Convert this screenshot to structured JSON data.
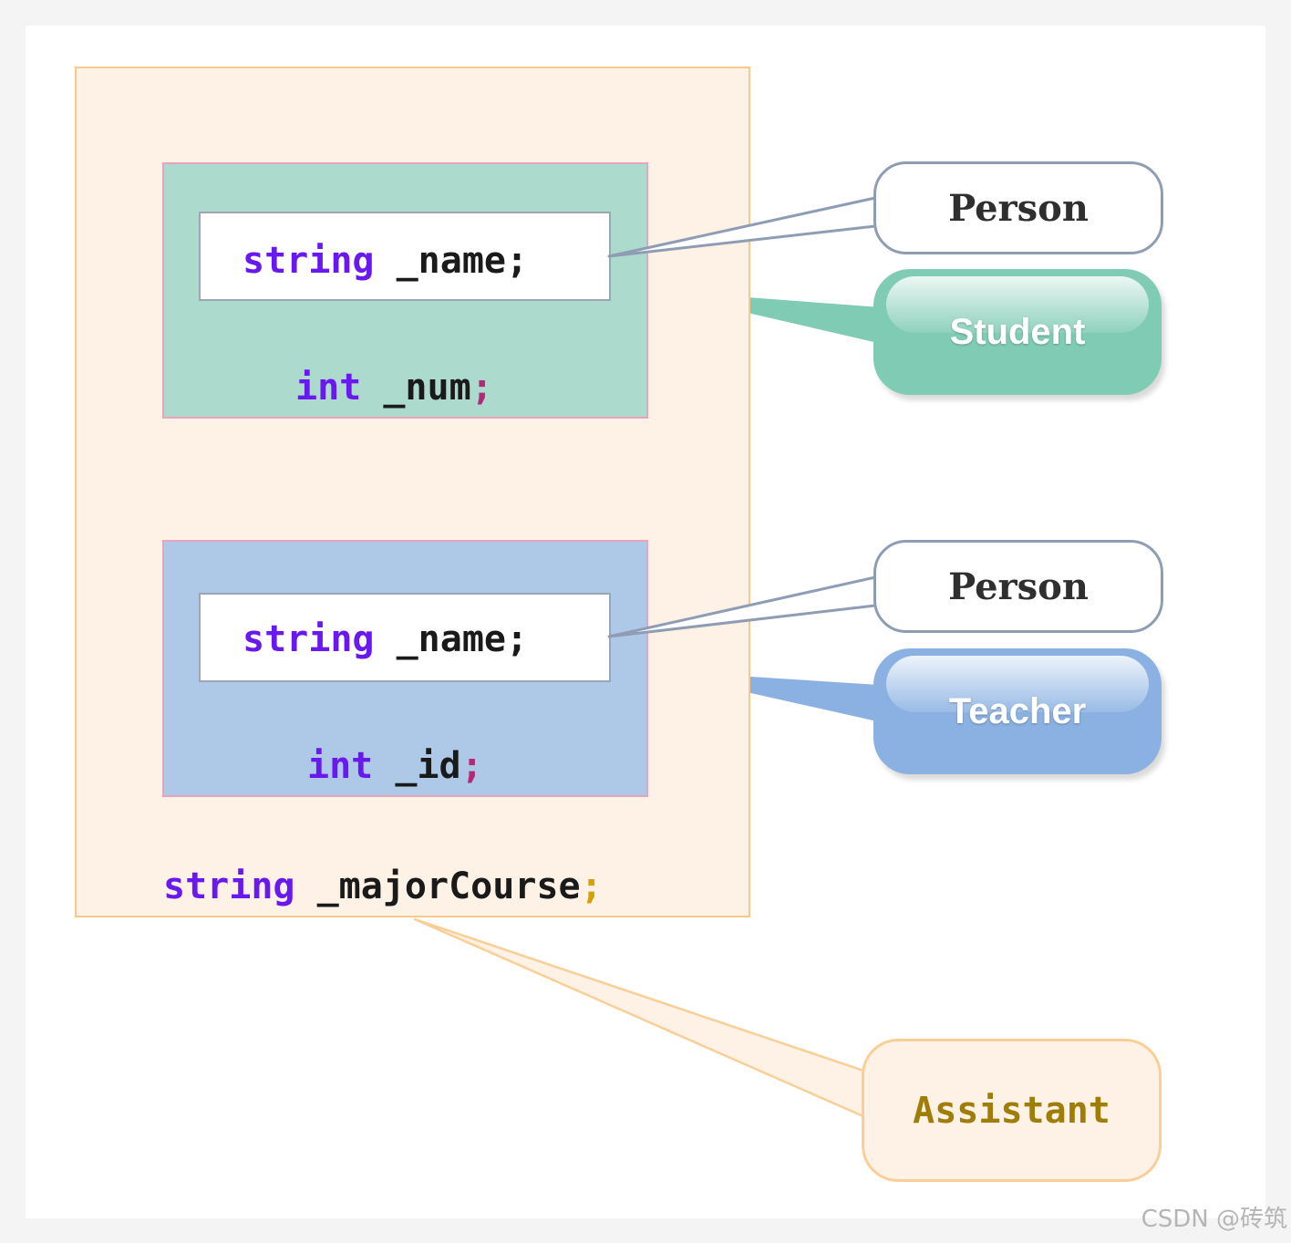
{
  "colors": {
    "outer_fill": "#fef1e6",
    "outer_border": "#f7c98a",
    "student_fill": "#acdacd",
    "teacher_fill": "#aec8e8",
    "inner_border": "#e9a3bd",
    "keyword": "#6a18f0",
    "identifier": "#1a1a1a",
    "person_border": "#8f9db4",
    "student_callout": "#7fcbb4",
    "teacher_callout": "#8ab1e2",
    "assistant_text": "#a07d06"
  },
  "student_block": {
    "name_type": "string",
    "name_ident": " _name",
    "name_semi": ";",
    "field_type": "int",
    "field_ident": " _num",
    "field_semi": ";"
  },
  "teacher_block": {
    "name_type": "string",
    "name_ident": " _name",
    "name_semi": ";",
    "field_type": "int",
    "field_ident": " _id",
    "field_semi": ";"
  },
  "assistant_block": {
    "field_type": "string",
    "field_ident": " _majorCourse",
    "field_semi": ";"
  },
  "callouts": {
    "person_1": "Person",
    "student": "Student",
    "person_2": "Person",
    "teacher": "Teacher",
    "assistant": "Assistant"
  },
  "watermark": "CSDN @砖筑"
}
